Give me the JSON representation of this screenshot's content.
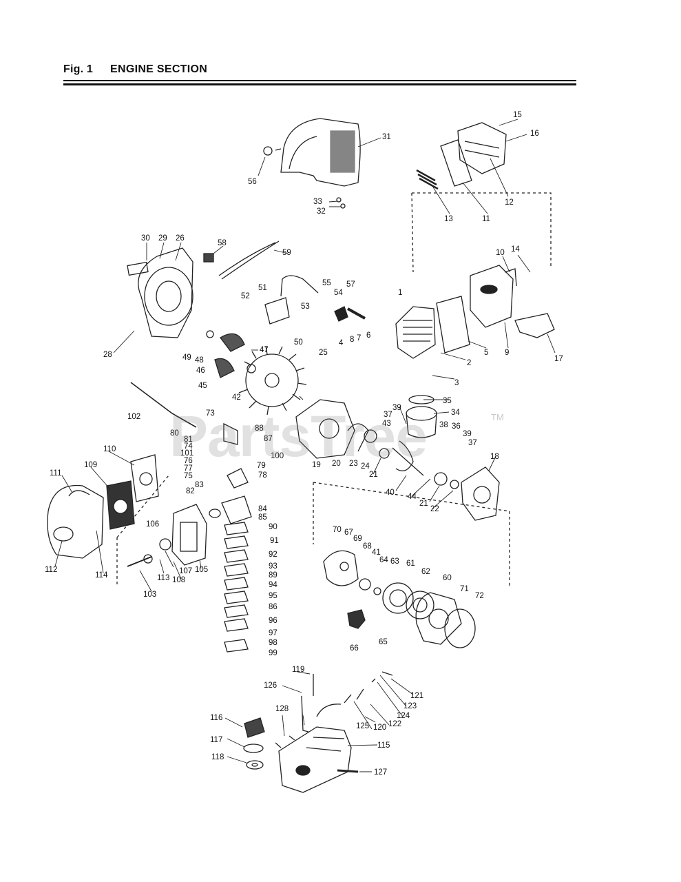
{
  "header": {
    "fig": "Fig. 1",
    "section": "ENGINE SECTION"
  },
  "watermark": {
    "text": "PartsTree",
    "tm": "TM"
  },
  "callouts": [
    "1",
    "2",
    "3",
    "4",
    "5",
    "6",
    "7",
    "8",
    "9",
    "10",
    "11",
    "12",
    "13",
    "14",
    "15",
    "16",
    "17",
    "18",
    "19",
    "20",
    "21",
    "22",
    "23",
    "24",
    "25",
    "26",
    "28",
    "29",
    "30",
    "31",
    "32",
    "33",
    "34",
    "35",
    "36",
    "37",
    "38",
    "39",
    "40",
    "41",
    "42",
    "43",
    "44",
    "45",
    "46",
    "47",
    "48",
    "49",
    "50",
    "51",
    "52",
    "53",
    "54",
    "55",
    "56",
    "57",
    "58",
    "59",
    "60",
    "61",
    "62",
    "63",
    "64",
    "65",
    "66",
    "67",
    "68",
    "69",
    "70",
    "71",
    "72",
    "73",
    "74",
    "75",
    "76",
    "77",
    "78",
    "79",
    "80",
    "81",
    "82",
    "83",
    "84",
    "85",
    "86",
    "87",
    "88",
    "89",
    "90",
    "91",
    "92",
    "93",
    "94",
    "95",
    "96",
    "97",
    "98",
    "99",
    "100",
    "101",
    "102",
    "103",
    "105",
    "106",
    "107",
    "108",
    "109",
    "110",
    "111",
    "112",
    "113",
    "114",
    "115",
    "116",
    "117",
    "118",
    "119",
    "120",
    "121",
    "122",
    "123",
    "124",
    "125",
    "126",
    "127",
    "128"
  ]
}
